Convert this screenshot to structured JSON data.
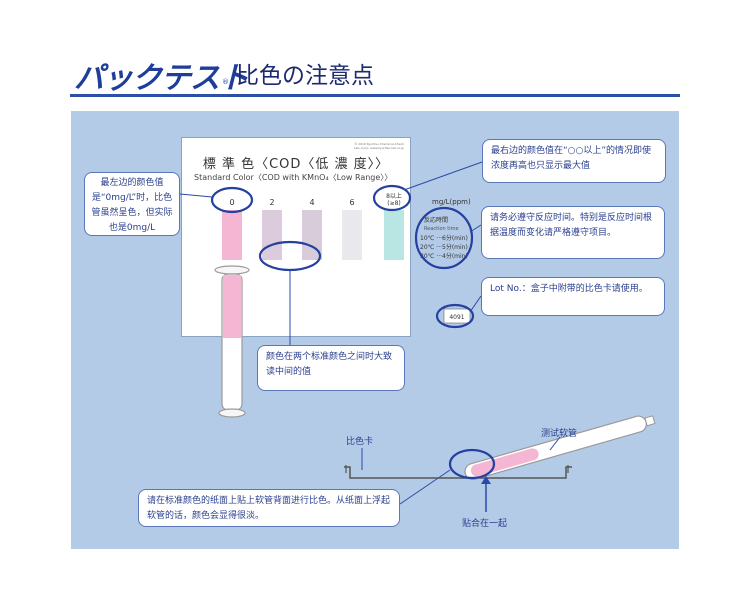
{
  "header": {
    "logo_text": "パックテスト",
    "logo_mark": "®",
    "title": "比色の注意点",
    "accent_color": "#2c4fa8"
  },
  "card": {
    "title": "標 準 色〈COD〈低 濃 度〉〉",
    "subtitle": "Standard Color〈COD with KMnO₄〈Low Range〉〉",
    "copyright": "© 2019 Kyoritsu Chemical-Check Lab.,Corp. www.kyoritsu-lab.co.jp",
    "swatches": [
      {
        "label": "0",
        "color": "#f4b6d2"
      },
      {
        "label": "2",
        "color": "#dccbdc"
      },
      {
        "label": "4",
        "color": "#d8ccda"
      },
      {
        "label": "6",
        "color": "#e9e9ed"
      },
      {
        "label": "8以上 (≥8)",
        "color": "#b9e6e3"
      }
    ],
    "unit": "mg/L(ppm)",
    "reaction_heading": "反応時間",
    "reaction_heading_en": "Reaction time",
    "reaction_times": [
      "10℃ ···6分(min)",
      "20℃ ···5分(min)",
      "30℃ ···4分(min)"
    ],
    "lot_no": "4091"
  },
  "callouts": {
    "zero_value": "最左边的颜色值是“0mg/L”时，比色管虽然呈色，但实际也是0mg/L",
    "max_value": "最右边的颜色值在“○○以上”的情况即使浓度再高也只显示最大值",
    "reaction_time": "请务必遵守反应时间。特别是反应时间根据温度而变化请严格遵守项目。",
    "lot_no": "Lot No.：盒子中附带的比色卡请使用。",
    "between_colors": "颜色在两个标准颜色之间时大致读中间的值",
    "float_warning": "请在标准颜色的纸面上贴上软管背面进行比色。从纸面上浮起软管的话，颜色会显得很淡。"
  },
  "diagram": {
    "card_label": "比色卡",
    "tube_label": "测试软管",
    "contact_label": "贴合在一起"
  }
}
